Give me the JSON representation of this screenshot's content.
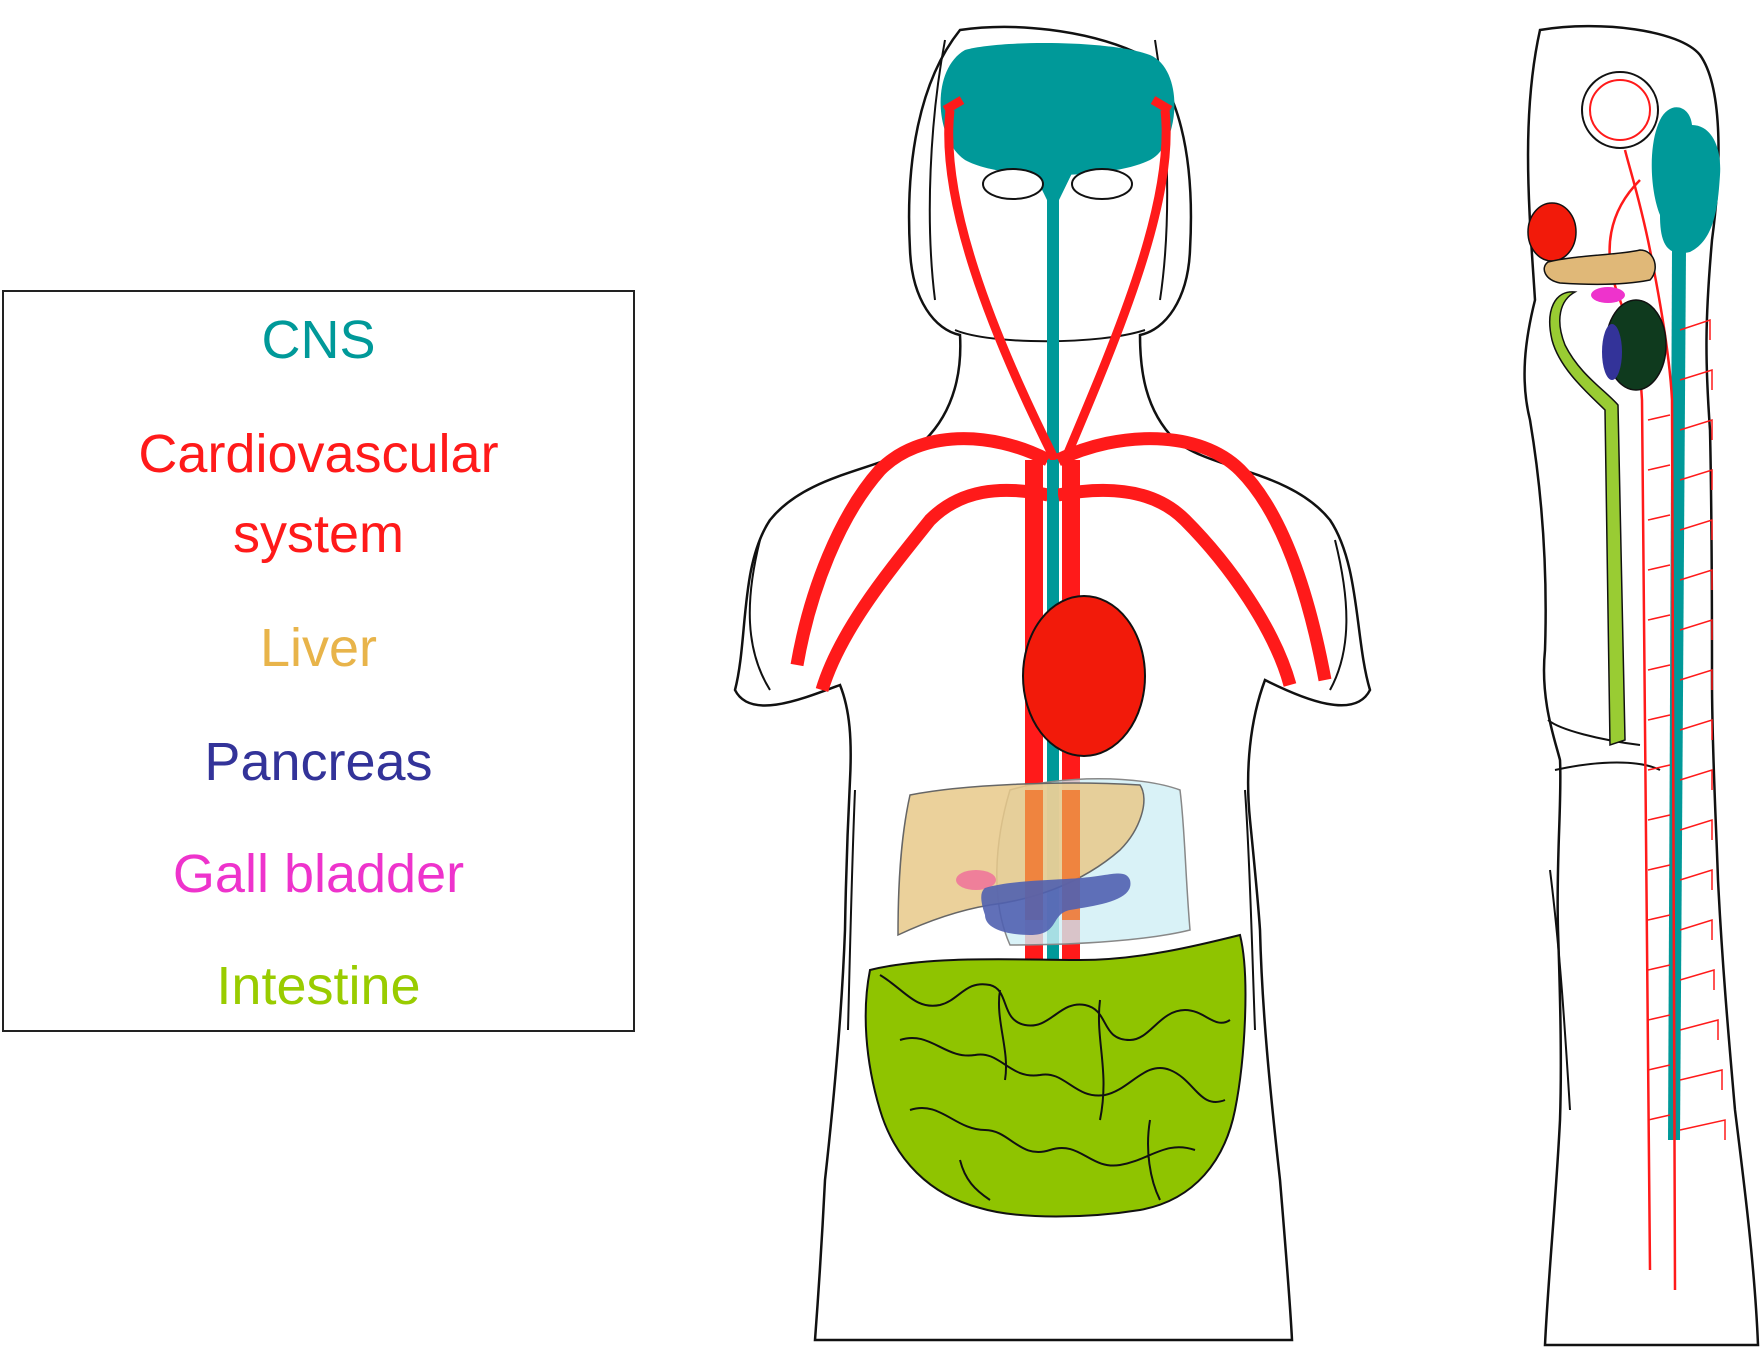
{
  "legend": {
    "items": [
      {
        "label": "CNS",
        "color": "#009999"
      },
      {
        "label": "Cardiovascular",
        "color": "#ff1a1a"
      },
      {
        "label": "system",
        "color": "#ff1a1a"
      },
      {
        "label": "Liver",
        "color": "#e8b44a"
      },
      {
        "label": "Pancreas",
        "color": "#333399"
      },
      {
        "label": "Gall bladder",
        "color": "#ee33cc"
      },
      {
        "label": "Intestine",
        "color": "#99cc00"
      }
    ]
  },
  "colors": {
    "cns": "#009999",
    "cardiovascular": "#ff1a1a",
    "heart": "#f21a0a",
    "liver": "#e8c98a",
    "pancreas": "#5060b0",
    "stomach": "#cfeff5",
    "gall_bladder": "#f06a9a",
    "intestine": "#8fc400",
    "fish_intestine": "#99cc33",
    "fish_liver": "#e0b878",
    "fish_dark_organ": "#0f3a1e",
    "outline": "#111111"
  }
}
